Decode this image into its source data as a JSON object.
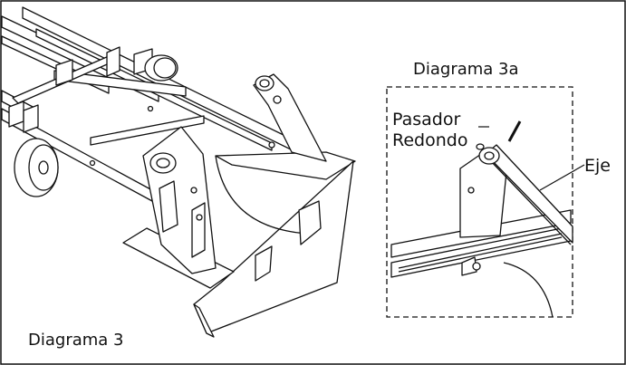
{
  "labels": {
    "diagram_main": "Diagrama 3",
    "diagram_detail": "Diagrama 3a",
    "pin_line1": "Pasador",
    "pin_line2": "Redondo",
    "axle": "Eje"
  },
  "colors": {
    "line": "#111111",
    "background": "#ffffff"
  }
}
